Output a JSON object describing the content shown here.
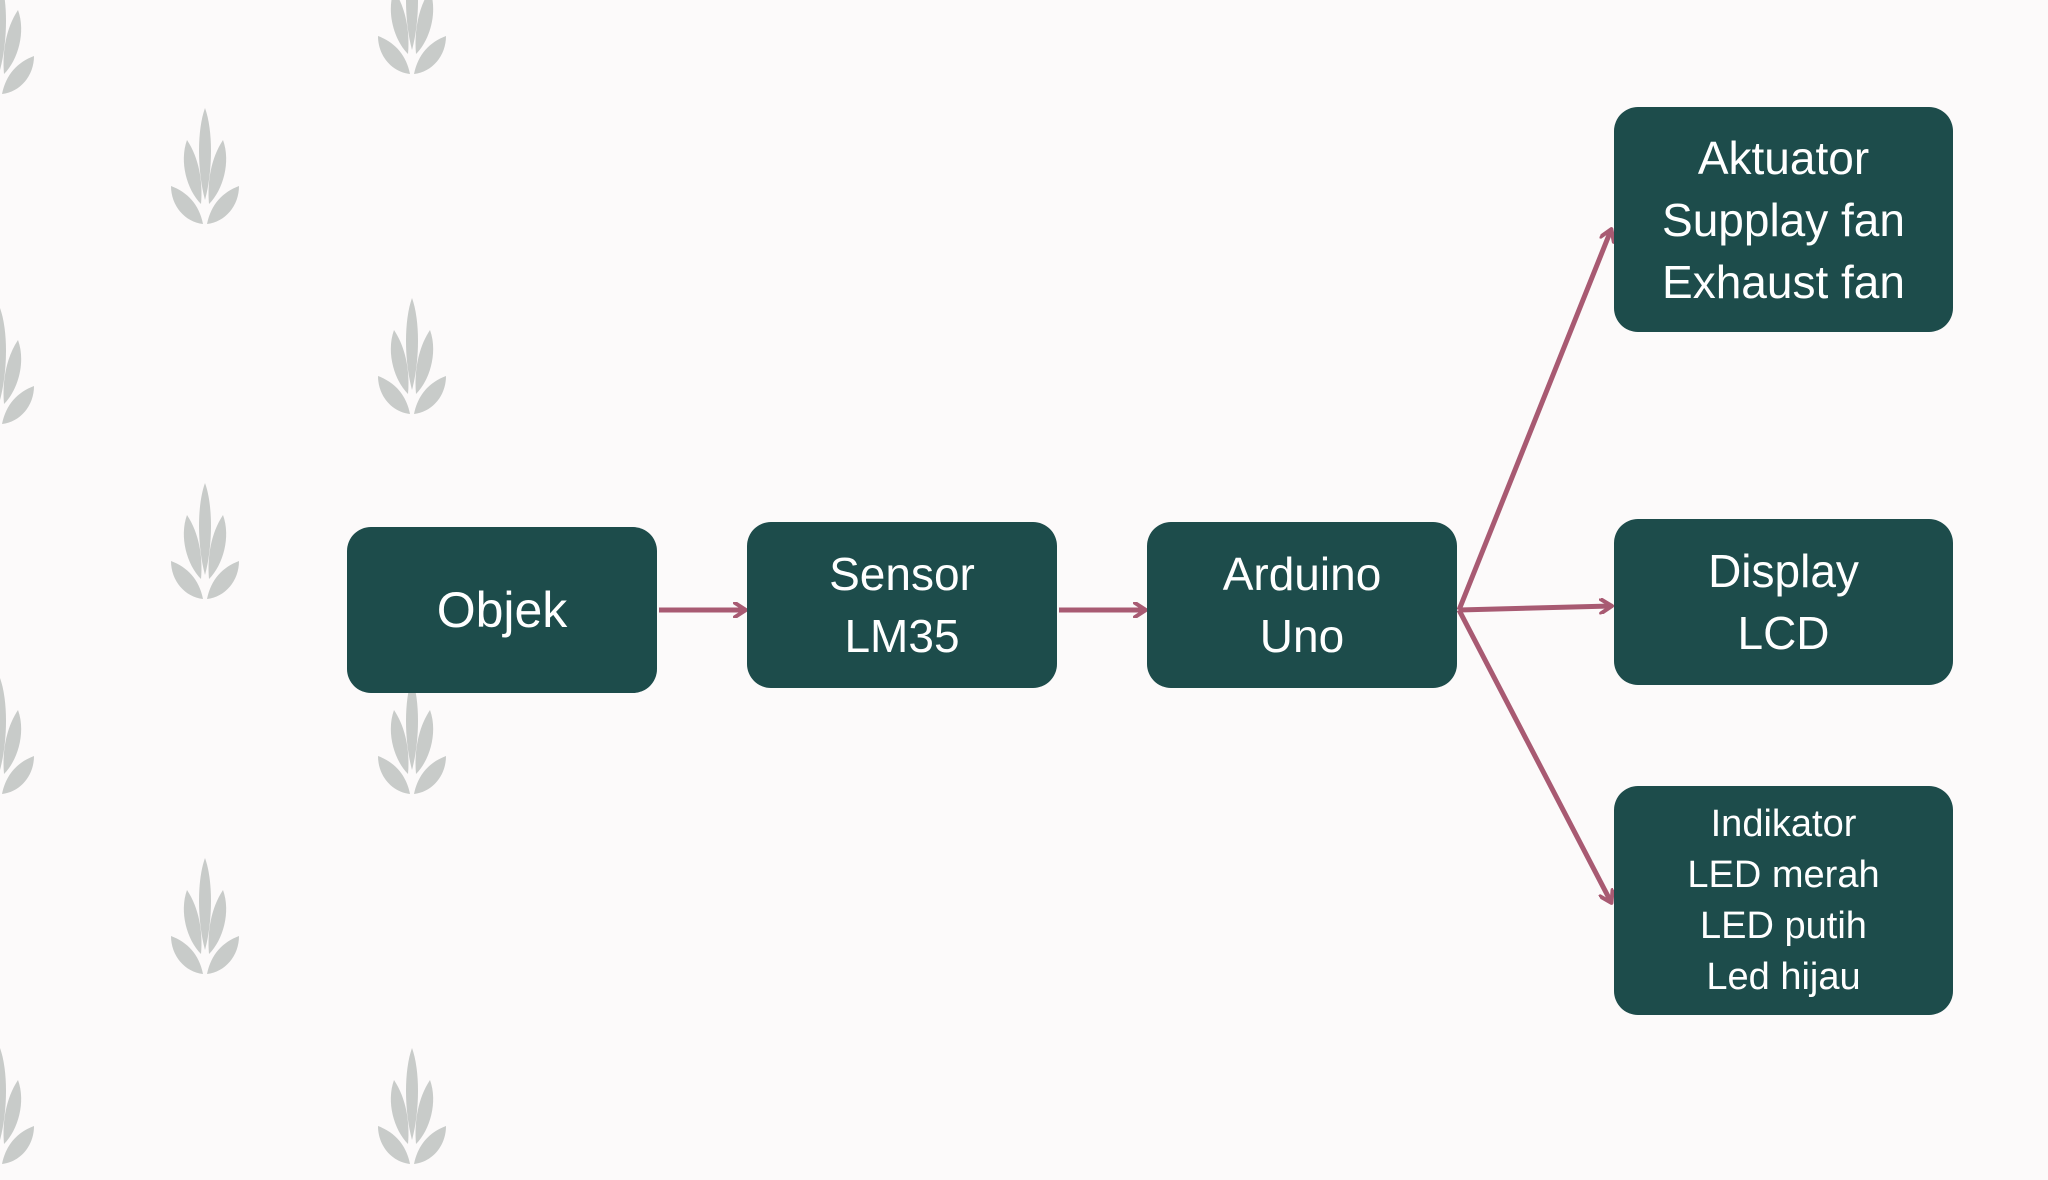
{
  "diagram": {
    "nodes": {
      "objek": {
        "lines": [
          "Objek"
        ]
      },
      "sensor": {
        "lines": [
          "Sensor",
          "LM35"
        ]
      },
      "arduino": {
        "lines": [
          "Arduino",
          "Uno"
        ]
      },
      "aktuator": {
        "lines": [
          "Aktuator",
          "Supplay fan",
          "Exhaust fan"
        ]
      },
      "display": {
        "lines": [
          "Display",
          "LCD"
        ]
      },
      "indikator": {
        "lines": [
          "Indikator",
          "LED merah",
          "LED putih",
          "Led hijau"
        ]
      }
    },
    "edges": [
      {
        "from": "objek",
        "to": "sensor"
      },
      {
        "from": "sensor",
        "to": "arduino"
      },
      {
        "from": "arduino",
        "to": "aktuator"
      },
      {
        "from": "arduino",
        "to": "display"
      },
      {
        "from": "arduino",
        "to": "indikator"
      }
    ]
  },
  "colors": {
    "background": "#fcfafa",
    "node_fill": "#1d4c4b",
    "node_text": "#ffffff",
    "arrow": "#a85a72",
    "leaf": "#c8cbc9"
  },
  "decorations": {
    "background_icon": "leaf-sprig-icon"
  }
}
